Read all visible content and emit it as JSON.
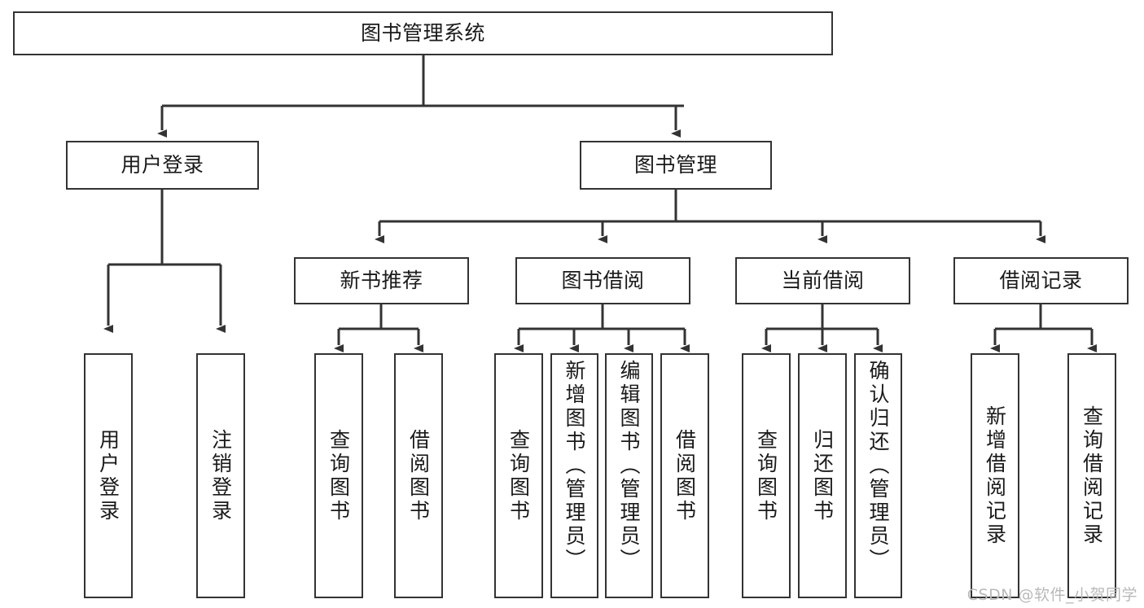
{
  "diagram": {
    "title": "图书管理系统",
    "type": "tree-hierarchy-chart",
    "root": {
      "label": "图书管理系统"
    },
    "level2": [
      {
        "label": "用户登录"
      },
      {
        "label": "图书管理"
      }
    ],
    "level3": [
      {
        "label": "新书推荐"
      },
      {
        "label": "图书借阅"
      },
      {
        "label": "当前借阅"
      },
      {
        "label": "借阅记录"
      }
    ],
    "leaves": {
      "user_login": [
        {
          "label": "用户登录"
        },
        {
          "label": "注销登录"
        }
      ],
      "new_book_recommend": [
        {
          "label": "查询图书"
        },
        {
          "label": "借阅图书"
        }
      ],
      "book_borrow": [
        {
          "label": "查询图书"
        },
        {
          "label": "新增图书（管理员）"
        },
        {
          "label": "编辑图书（管理员）"
        },
        {
          "label": "借阅图书"
        }
      ],
      "current_borrow": [
        {
          "label": "查询图书"
        },
        {
          "label": "归还图书"
        },
        {
          "label": "确认归还（管理员）"
        }
      ],
      "borrow_record": [
        {
          "label": "新增借阅记录"
        },
        {
          "label": "查询借阅记录"
        }
      ]
    }
  },
  "watermark": {
    "text": "CSDN @软件_小贺同学"
  },
  "colors": {
    "stroke": "#333333",
    "fill": "#ffffff",
    "text": "#1a1a1a",
    "watermark": "#b9b9b9"
  }
}
